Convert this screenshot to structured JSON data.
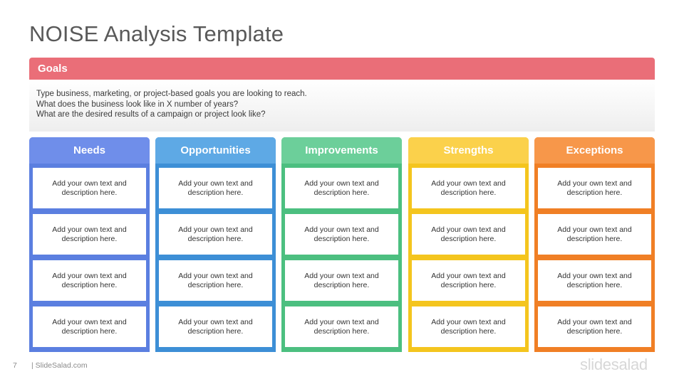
{
  "slide": {
    "title": "NOISE Analysis Template",
    "page_number": "7",
    "site": "| SlideSalad.com",
    "logo_text": "slidesalad"
  },
  "goals": {
    "label": "Goals",
    "lines": [
      "Type business, marketing, or project-based goals you are looking to reach.",
      "What does the business look like in X number of years?",
      "What are the desired results of a campaign or project look like?"
    ]
  },
  "columns": [
    {
      "label": "Needs",
      "head_color": "#6f8eea",
      "body_color": "#5b7fe0",
      "cells": [
        "Add your own text and description here.",
        "Add your own text and description here.",
        "Add your own text and description here.",
        "Add your own text and description here."
      ]
    },
    {
      "label": "Opportunities",
      "head_color": "#5ea9e5",
      "body_color": "#3d8fd6",
      "cells": [
        "Add your own text and description here.",
        "Add your own text and description here.",
        "Add your own text and description here.",
        "Add your own text and description here."
      ]
    },
    {
      "label": "Improvements",
      "head_color": "#6ccf9a",
      "body_color": "#4cbf80",
      "cells": [
        "Add your own text and description here.",
        "Add your own text and description here.",
        "Add your own text and description here.",
        "Add your own text and description here."
      ]
    },
    {
      "label": "Strengths",
      "head_color": "#fbd14b",
      "body_color": "#f4c51e",
      "cells": [
        "Add your own text and description here.",
        "Add your own text and description here.",
        "Add your own text and description here.",
        "Add your own text and description here."
      ]
    },
    {
      "label": "Exceptions",
      "head_color": "#f7974a",
      "body_color": "#f07f25",
      "cells": [
        "Add your own text and description here.",
        "Add your own text and description here.",
        "Add your own text and description here.",
        "Add your own text and description here."
      ]
    }
  ]
}
